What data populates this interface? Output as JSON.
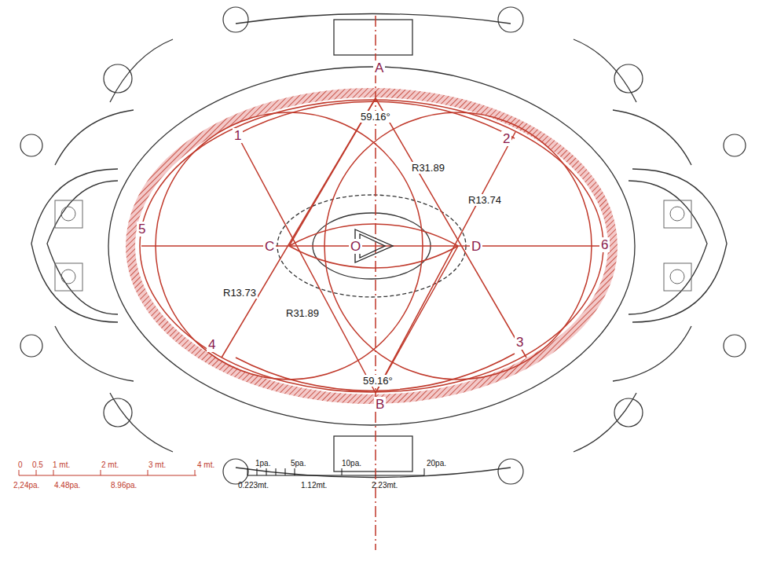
{
  "diagram": {
    "labels": [
      "A",
      "59.16°",
      "1",
      "2",
      "R31.89",
      "R13.74",
      "5",
      "C",
      "O",
      "D",
      "6",
      "R13.73",
      "R31.89",
      "4",
      "3",
      "59.16°",
      "B",
      "0",
      "0.5",
      "1 mt.",
      "2 mt.",
      "3 mt.",
      "4 mt.",
      "2,24pa.",
      "4.48pa.",
      "8.96pa.",
      "1pa.",
      "5pa.",
      "10pa.",
      "20pa.",
      "0.223mt.",
      "1.12mt.",
      "2.23mt."
    ]
  }
}
